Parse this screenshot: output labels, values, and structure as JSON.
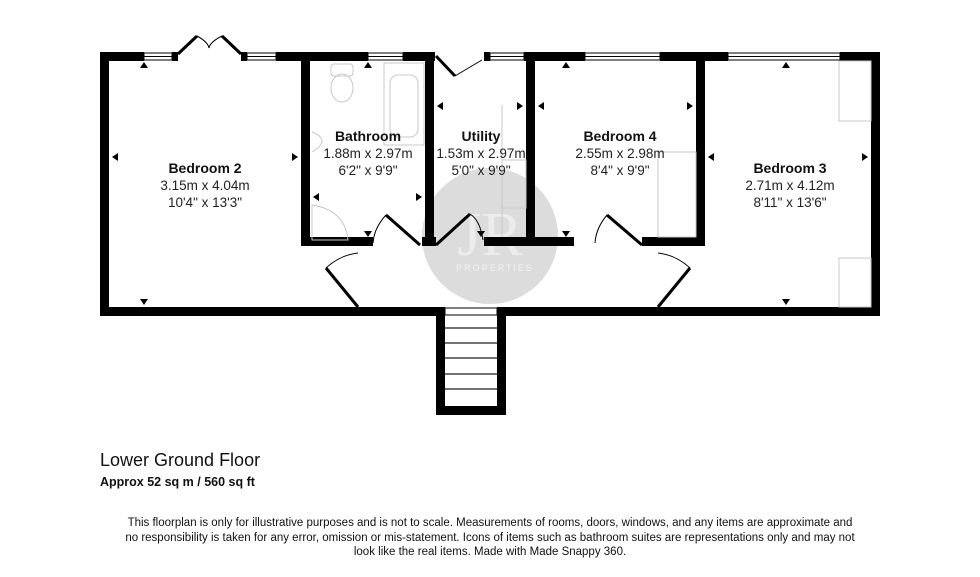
{
  "floor": {
    "title": "Lower Ground Floor",
    "area": "Approx 52 sq m / 560 sq ft"
  },
  "rooms": [
    {
      "name": "Bedroom 2",
      "metric": "3.15m x 4.04m",
      "imperial": "10'4\" x 13'3\""
    },
    {
      "name": "Bathroom",
      "metric": "1.88m x 2.97m",
      "imperial": "6'2\" x 9'9\""
    },
    {
      "name": "Utility",
      "metric": "1.53m x 2.97m",
      "imperial": "5'0\" x 9'9\""
    },
    {
      "name": "Bedroom 4",
      "metric": "2.55m x 2.98m",
      "imperial": "8'4\" x 9'9\""
    },
    {
      "name": "Bedroom 3",
      "metric": "2.71m x 4.12m",
      "imperial": "8'11\" x 13'6\""
    }
  ],
  "watermark": {
    "initials": "JR",
    "text": "PROPERTIES"
  },
  "disclaimer": "This floorplan is only for illustrative purposes and is not to scale. Measurements of rooms, doors, windows, and any items are approximate and no responsibility is taken for any error, omission or mis-statement. Icons of items such as bathroom suites are representations only and may not look like the real items. Made with Made Snappy 360.",
  "colors": {
    "wall": "#000000",
    "fixture": "#c8c8c8",
    "watermark": "#d6d6d6"
  }
}
